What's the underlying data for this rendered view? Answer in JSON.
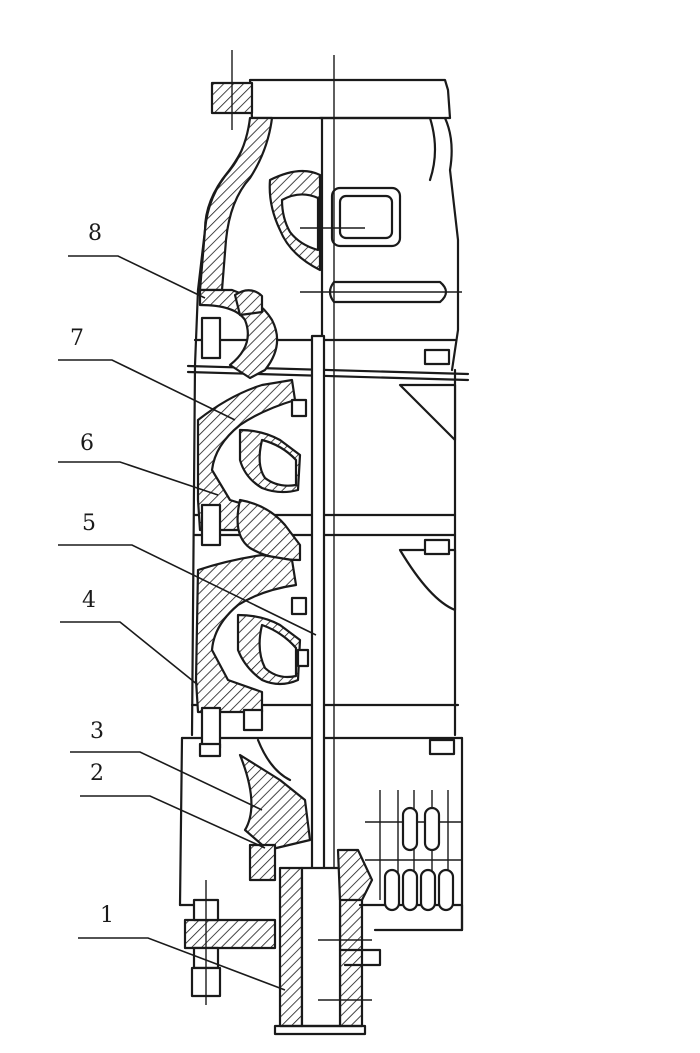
{
  "labels": [
    "1",
    "2",
    "3",
    "4",
    "5",
    "6",
    "7",
    "8"
  ],
  "colors": {
    "ink": "#1a1a1a",
    "paper": "#ffffff"
  }
}
